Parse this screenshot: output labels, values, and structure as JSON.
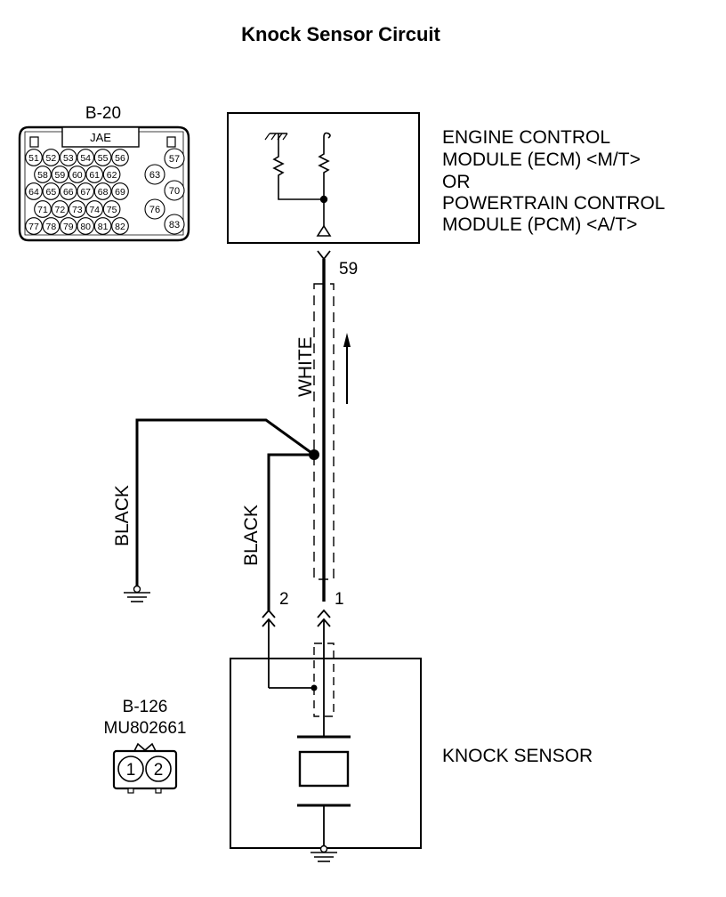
{
  "title": "Knock Sensor Circuit",
  "ecm": {
    "lines": [
      "ENGINE CONTROL",
      "MODULE (ECM) <M/T>",
      "OR",
      "POWERTRAIN CONTROL",
      "MODULE (PCM) <A/T>"
    ],
    "pin": "59"
  },
  "connector_b20": {
    "name": "B-20",
    "maker": "JAE",
    "row1": [
      "51",
      "52",
      "53",
      "54",
      "55",
      "56"
    ],
    "row2": [
      "58",
      "59",
      "60",
      "61",
      "62"
    ],
    "row3": [
      "64",
      "65",
      "66",
      "67",
      "68",
      "69"
    ],
    "row4": [
      "71",
      "72",
      "73",
      "74",
      "75"
    ],
    "row5": [
      "77",
      "78",
      "79",
      "80",
      "81",
      "82"
    ],
    "right_pins": [
      "57",
      "63",
      "70",
      "76",
      "83"
    ]
  },
  "wires": {
    "signal_color": "WHITE",
    "ground_color_left": "BLACK",
    "ground_color_right": "BLACK"
  },
  "sensor": {
    "label": "KNOCK SENSOR",
    "pin1": "1",
    "pin2": "2"
  },
  "connector_b126": {
    "name": "B-126",
    "part": "MU802661",
    "pins": [
      "1",
      "2"
    ]
  }
}
